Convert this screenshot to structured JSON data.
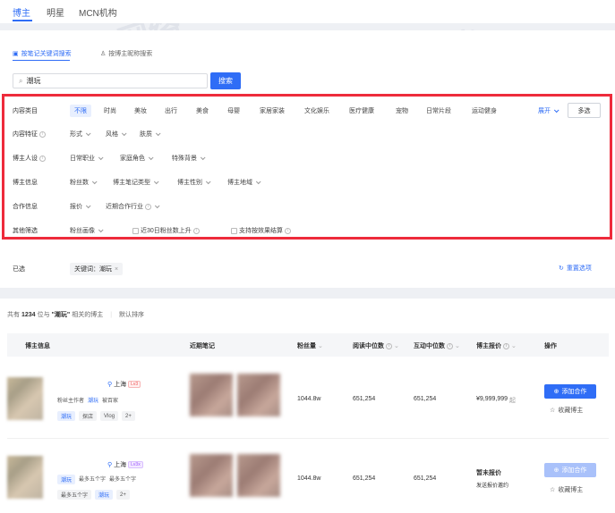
{
  "top_tabs": [
    "博主",
    "明星",
    "MCN机构"
  ],
  "search_modes": {
    "keyword": "按笔记关键词搜索",
    "nickname": "按博主昵称搜索"
  },
  "search": {
    "value": "潮玩",
    "button": "搜索"
  },
  "filters": {
    "content_category": {
      "label": "内容类目",
      "items": [
        "不限",
        "时尚",
        "美妆",
        "出行",
        "美食",
        "母婴",
        "家居家装",
        "文化娱乐",
        "医疗健康",
        "宠物",
        "日常片段",
        "运动健身"
      ],
      "expand": "展开",
      "multi": "多选"
    },
    "content_feature": {
      "label": "内容特征",
      "items": [
        "形式",
        "风格",
        "肤质"
      ]
    },
    "persona": {
      "label": "博主人设",
      "items": [
        "日常职业",
        "家庭角色",
        "特殊背景"
      ]
    },
    "blogger_info": {
      "label": "博主信息",
      "items": [
        "粉丝数",
        "博主笔记类型",
        "博主性别",
        "博主地域"
      ]
    },
    "cooperation": {
      "label": "合作信息",
      "items": [
        "报价",
        "近期合作行业"
      ]
    },
    "other": {
      "label": "其他筛选",
      "items": [
        "粉丝画像"
      ],
      "checkbox_1": "近30日粉丝数上升",
      "checkbox_2": "支持按效果结算"
    }
  },
  "selected": {
    "label": "已选",
    "chip": "关键词：潮玩",
    "reset": "重置选项"
  },
  "result": {
    "prefix": "共有",
    "count": "1234",
    "middle": "位与",
    "keyword": "\"潮玩\"",
    "suffix": "相关的博主",
    "sort": "默认排序"
  },
  "table": {
    "headers": [
      "博主信息",
      "近期笔记",
      "粉丝量",
      "阅读中位数",
      "互动中位数",
      "博主报价",
      "操作"
    ],
    "rows": [
      {
        "location": "上海",
        "level": "Lv3",
        "desc_1": "粉丝主作者",
        "desc_2": "潮玩",
        "desc_3": "被百家",
        "tags": [
          "潮玩",
          "探店",
          "Vlog",
          "2+"
        ],
        "fans": "1044.8w",
        "read_median": "651,254",
        "interact_median": "651,254",
        "price": "¥9,999,999",
        "price_suffix": "起",
        "action": "添加合作",
        "collect": "收藏博主"
      },
      {
        "location": "上海",
        "level": "Lv3x",
        "desc_1": "潮玩",
        "desc_2": "最多五个字",
        "desc_3": "最多五个字",
        "tags": [
          "最多五个字",
          "潮玩",
          "2+"
        ],
        "fans": "1044.8w",
        "read_median": "651,254",
        "interact_median": "651,254",
        "price": "暂未报价",
        "price_link": "发送报价邀约",
        "action": "添加合作",
        "collect": "收藏博主"
      }
    ]
  },
  "accent": "#2f6df6",
  "frame_color": "#ee2b3b"
}
